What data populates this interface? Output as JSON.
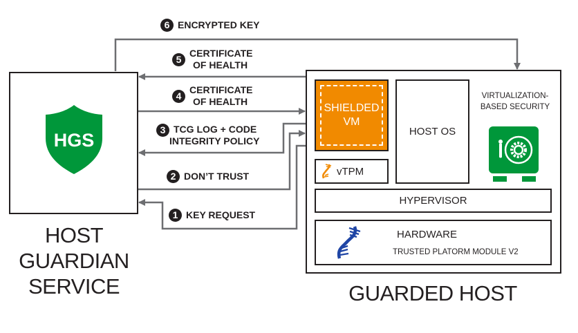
{
  "colors": {
    "hgs_green": "#00973a",
    "shielded_orange": "#f18a00",
    "dna_blue": "#1f45a5",
    "dna_orange": "#f18a00",
    "connector_gray": "#6d6e71",
    "border_dark": "#231f20"
  },
  "hgs": {
    "shield_label": "HGS",
    "title_lines": [
      "HOST",
      "GUARDIAN",
      "SERVICE"
    ]
  },
  "guarded_host": {
    "title": "GUARDED HOST",
    "shielded_vm": [
      "SHIELDED",
      "VM"
    ],
    "vtpm": "vTPM",
    "host_os": "HOST OS",
    "vbs": [
      "VIRTUALIZATION-",
      "BASED SECURITY"
    ],
    "hypervisor": "HYPERVISOR",
    "hardware": "HARDWARE",
    "tpm": "TRUSTED PLATORM MODULE V2"
  },
  "steps": [
    {
      "num": "1",
      "lines": [
        "KEY REQUEST"
      ],
      "direction": "host-to-hgs"
    },
    {
      "num": "2",
      "lines": [
        "DON’T TRUST"
      ],
      "direction": "hgs-to-host"
    },
    {
      "num": "3",
      "lines": [
        "TCG LOG + CODE",
        "INTEGRITY POLICY"
      ],
      "direction": "host-to-hgs"
    },
    {
      "num": "4",
      "lines": [
        "CERTIFICATE",
        "OF HEALTH"
      ],
      "direction": "hgs-to-host"
    },
    {
      "num": "5",
      "lines": [
        "CERTIFICATE",
        "OF HEALTH"
      ],
      "direction": "host-to-hgs"
    },
    {
      "num": "6",
      "lines": [
        "ENCRYPTED KEY"
      ],
      "direction": "hgs-to-host"
    }
  ]
}
